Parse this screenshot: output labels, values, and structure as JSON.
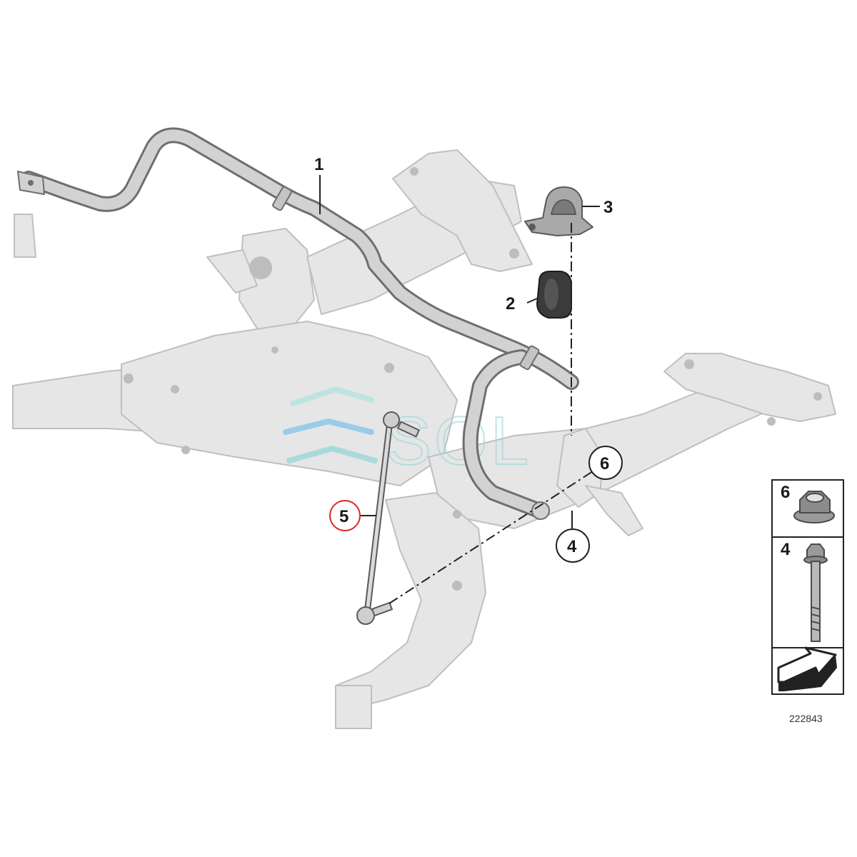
{
  "callouts": [
    {
      "id": "1",
      "label": "1"
    },
    {
      "id": "2",
      "label": "2"
    },
    {
      "id": "3",
      "label": "3"
    },
    {
      "id": "4",
      "label": "4"
    },
    {
      "id": "5",
      "label": "5"
    },
    {
      "id": "6",
      "label": "6"
    }
  ],
  "legend": {
    "items": [
      {
        "label": "6",
        "icon": "flange-nut-icon"
      },
      {
        "label": "4",
        "icon": "hex-bolt-icon"
      }
    ],
    "direction_icon": "direction-arrow-icon"
  },
  "diagram_id": "222843",
  "watermark": {
    "text": "SOL"
  },
  "colors": {
    "subframe_fill": "#e6e6e6",
    "subframe_stroke": "#bfbfbf",
    "bar_fill": "#d2d2d2",
    "bar_stroke": "#6e6e6e",
    "line": "#222222",
    "highlight_circle": "#d62828",
    "watermark": "#9fd8d8"
  }
}
